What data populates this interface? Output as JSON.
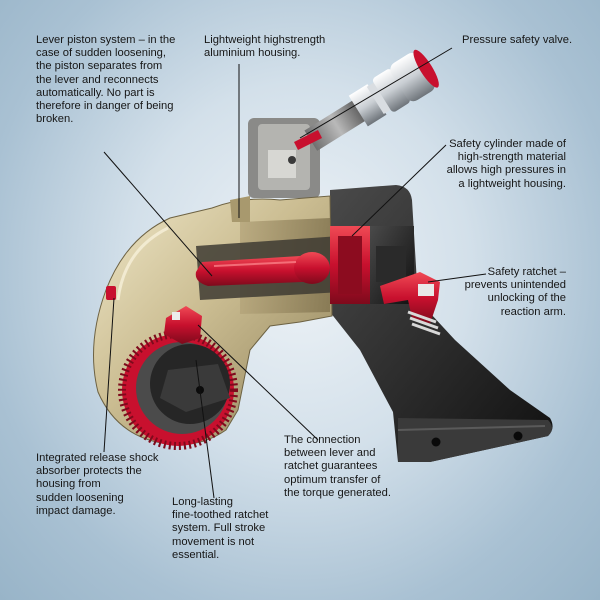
{
  "colors": {
    "background": "#a9c1d3",
    "housing": "#c8b98e",
    "safety_red": "#c8102e",
    "dark_parts": "#2a2a2a",
    "leader_lines": "#111111"
  },
  "callouts": {
    "lever_piston": "Lever piston system – in the\ncase of sudden loosening,\nthe piston separates from\nthe lever and reconnects\nautomatically. No part is\ntherefore in danger of being\nbroken.",
    "housing": "Lightweight highstrength\naluminium housing.",
    "pressure_valve": "Pressure safety valve.",
    "safety_cylinder": "Safety cylinder made of\nhigh-strength material\nallows high pressures in\na lightweight housing.",
    "safety_ratchet": "Safety ratchet –\nprevents unintended\nunlocking of the\nreaction arm.",
    "connection": "The connection\nbetween lever and\nratchet guarantees\noptimum transfer of\nthe torque generated.",
    "release_shock": "Integrated release shock\nabsorber protects the\nhousing from\nsudden loosening\nimpact damage.",
    "ratchet": "Long-lasting\nfine-toothed ratchet\nsystem. Full stroke\nmovement is not\nessential."
  }
}
